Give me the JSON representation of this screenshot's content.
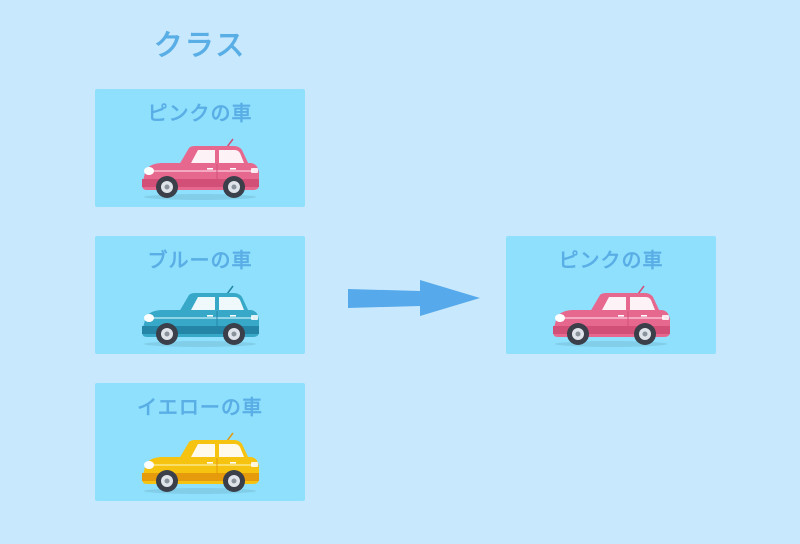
{
  "heading": "クラス",
  "classes": [
    {
      "label": "ピンクの車",
      "body": "#e7688f",
      "body_dark": "#d24f78",
      "stripe": "#f3a7c0"
    },
    {
      "label": "ブルーの車",
      "body": "#38a8c8",
      "body_dark": "#2585a6",
      "stripe": "#8fd4e6"
    },
    {
      "label": "イエローの車",
      "body": "#f6c311",
      "body_dark": "#e59b0c",
      "stripe": "#f9de6a"
    }
  ],
  "instance": {
    "label": "ピンクの車",
    "body": "#e7688f",
    "body_dark": "#d24f78",
    "stripe": "#f3a7c0"
  },
  "colors": {
    "background": "#c8e8fd",
    "card": "#8ee0fd",
    "text": "#5aaee6",
    "arrow": "#56aaeb"
  }
}
